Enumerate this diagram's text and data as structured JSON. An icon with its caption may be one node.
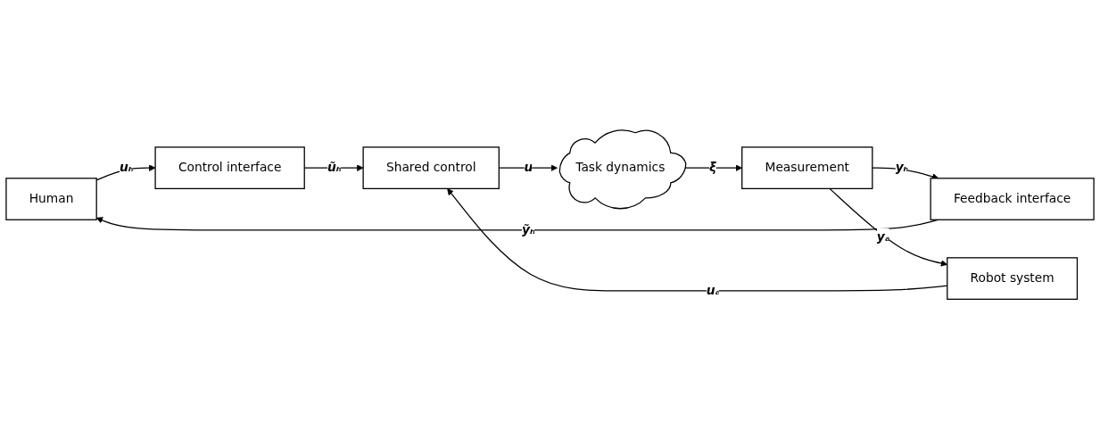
{
  "diagram": {
    "nodes": [
      {
        "text": [
          "Human"
        ]
      },
      {
        "text": [
          "Control interface"
        ]
      },
      {
        "text": [
          "Shared control"
        ]
      },
      {
        "text": [
          "Robot system"
        ]
      },
      {
        "text": [
          "Task dynamics"
        ]
      },
      {
        "text": [
          "Measurement"
        ]
      },
      {
        "text": [
          "Feedback interface"
        ]
      }
    ],
    "edges": [
      {
        "from": 0,
        "to": 1,
        "arrow": "to",
        "label": "uₕ"
      },
      {
        "from": 1,
        "to": 2,
        "arrow": "to",
        "label": "ũₕ"
      },
      {
        "from": 3,
        "to": 2,
        "arrow": "to",
        "label": "uₐ"
      },
      {
        "from": 2,
        "to": 4,
        "arrow": "to",
        "label": "u"
      },
      {
        "from": 4,
        "to": 5,
        "arrow": "to",
        "label": "ξ"
      },
      {
        "from": 5,
        "to": 6,
        "arrow": "to",
        "label": "yₕ"
      },
      {
        "from": 6,
        "to": 0,
        "arrow": "to",
        "label": "ỹₕ"
      },
      {
        "from": 5,
        "to": 3,
        "arrow": "to",
        "label": "yₐ"
      }
    ]
  }
}
